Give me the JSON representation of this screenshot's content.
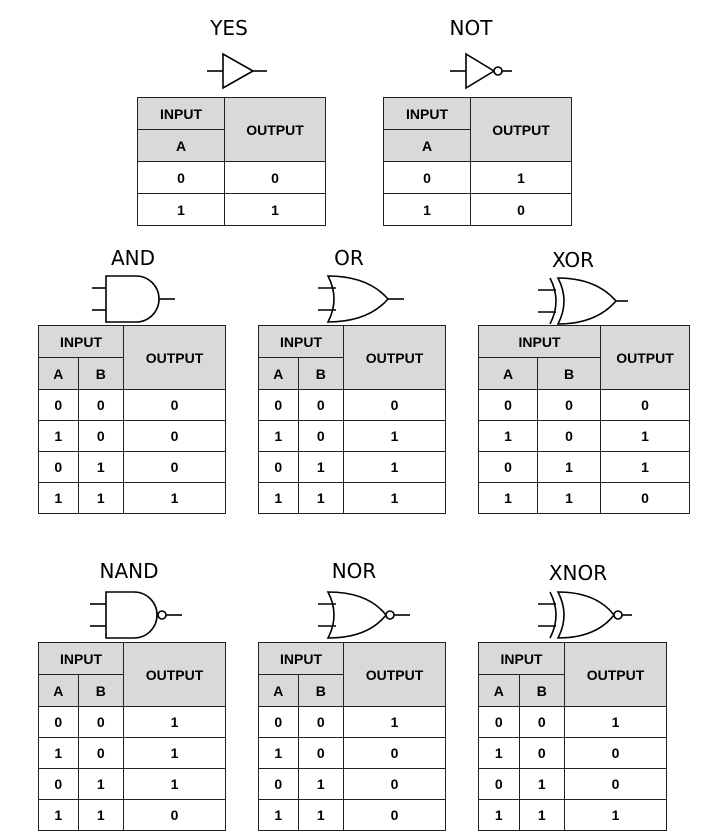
{
  "header": {
    "input": "INPUT",
    "output": "OUTPUT",
    "a": "A",
    "b": "B"
  },
  "gates": [
    {
      "name": "YES",
      "rows": [
        [
          "0",
          "0"
        ],
        [
          "1",
          "1"
        ]
      ]
    },
    {
      "name": "NOT",
      "rows": [
        [
          "0",
          "1"
        ],
        [
          "1",
          "0"
        ]
      ]
    },
    {
      "name": "AND",
      "rows": [
        [
          "0",
          "0",
          "0"
        ],
        [
          "1",
          "0",
          "0"
        ],
        [
          "0",
          "1",
          "0"
        ],
        [
          "1",
          "1",
          "1"
        ]
      ]
    },
    {
      "name": "OR",
      "rows": [
        [
          "0",
          "0",
          "0"
        ],
        [
          "1",
          "0",
          "1"
        ],
        [
          "0",
          "1",
          "1"
        ],
        [
          "1",
          "1",
          "1"
        ]
      ]
    },
    {
      "name": "XOR",
      "rows": [
        [
          "0",
          "0",
          "0"
        ],
        [
          "1",
          "0",
          "1"
        ],
        [
          "0",
          "1",
          "1"
        ],
        [
          "1",
          "1",
          "0"
        ]
      ]
    },
    {
      "name": "NAND",
      "rows": [
        [
          "0",
          "0",
          "1"
        ],
        [
          "1",
          "0",
          "1"
        ],
        [
          "0",
          "1",
          "1"
        ],
        [
          "1",
          "1",
          "0"
        ]
      ]
    },
    {
      "name": "NOR",
      "rows": [
        [
          "0",
          "0",
          "1"
        ],
        [
          "1",
          "0",
          "0"
        ],
        [
          "0",
          "1",
          "0"
        ],
        [
          "1",
          "1",
          "0"
        ]
      ]
    },
    {
      "name": "XNOR",
      "rows": [
        [
          "0",
          "0",
          "1"
        ],
        [
          "1",
          "0",
          "0"
        ],
        [
          "0",
          "1",
          "0"
        ],
        [
          "1",
          "1",
          "1"
        ]
      ]
    }
  ]
}
